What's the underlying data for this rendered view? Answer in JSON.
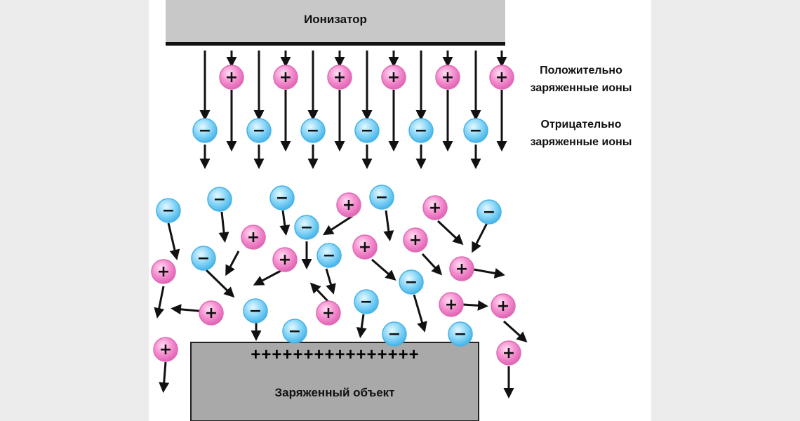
{
  "ionizer": {
    "label": "Ионизатор"
  },
  "legend": {
    "positive": "Положительно заряженные ионы",
    "negative": "Отрицательно заряженные ионы"
  },
  "object": {
    "label": "Заряженный объект",
    "charge_marks": "++++++++++++++++"
  },
  "ion_symbols": {
    "positive": "+",
    "negative": "−"
  },
  "colors": {
    "background": "#ececec",
    "panel": "#ffffff",
    "ionizer_fill": "#c8c8c8",
    "object_fill": "#a9a9a9",
    "positive_ion": "#f07ac4",
    "negative_ion": "#64c6f0",
    "arrow": "#111111"
  }
}
